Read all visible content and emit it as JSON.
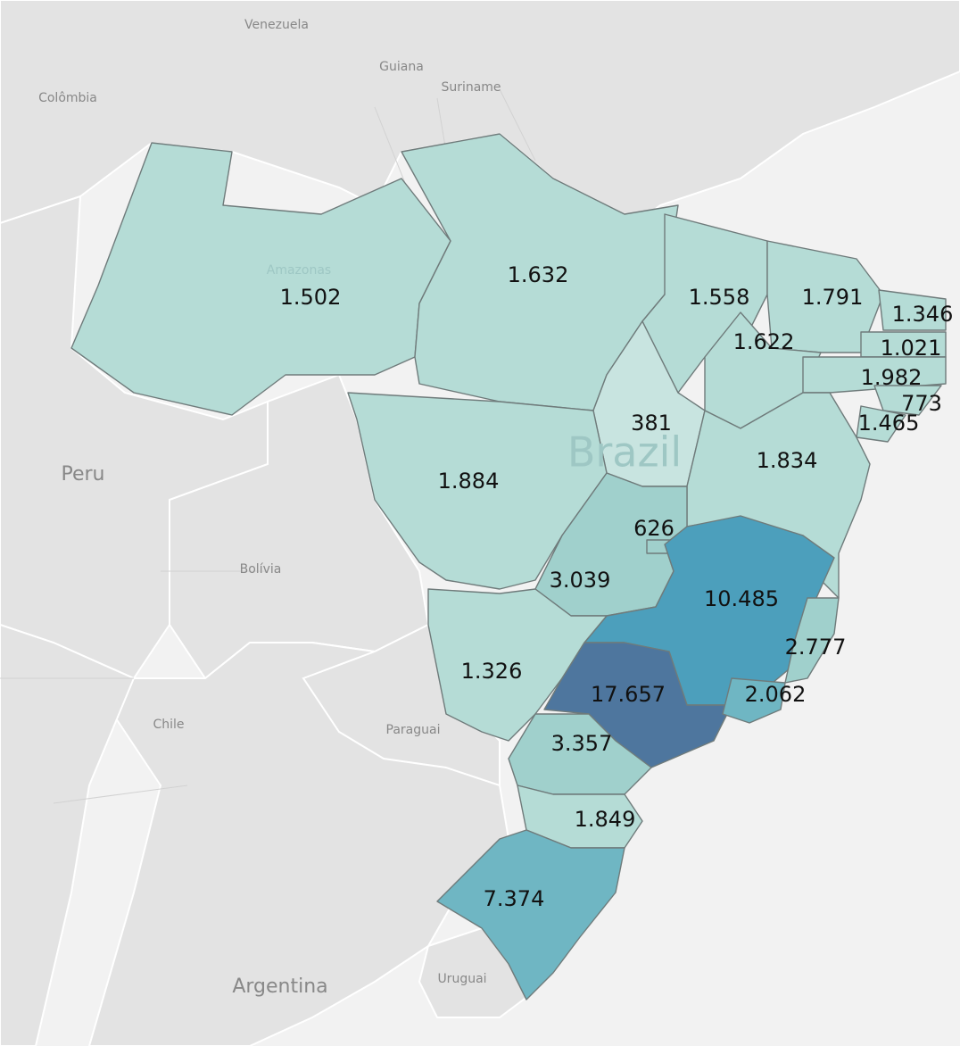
{
  "countries": {
    "venezuela": "Venezuela",
    "guiana": "Guiana",
    "suriname": "Suriname",
    "colombia": "Colômbia",
    "peru": "Peru",
    "bolivia": "Bolívia",
    "chile": "Chile",
    "paraguai": "Paraguai",
    "argentina": "Argentina",
    "uruguai": "Uruguai"
  },
  "ghost": {
    "amazonas": "Amazonas",
    "brazil": "Brazil"
  },
  "colors": {
    "very_light": "#c8e4e0",
    "light": "#b5dcd6",
    "mid_light": "#a0d0cc",
    "mid": "#6fb6c3",
    "strong": "#4c9fbc",
    "darkest": "#4e769e"
  },
  "states": {
    "AM": "1.502",
    "PA": "1.632",
    "MA": "1.558",
    "CE": "1.791",
    "RN": "1.346",
    "PB": "1.021",
    "PI": "1.622",
    "PE": "1.982",
    "AL": "773",
    "SE": "1.465",
    "TO": "381",
    "BA": "1.834",
    "MT": "1.884",
    "DF": "626",
    "GO": "3.039",
    "MG": "10.485",
    "ES": "2.777",
    "MS": "1.326",
    "SP": "17.657",
    "RJ": "2.062",
    "PR": "3.357",
    "SC": "1.849",
    "RS": "7.374"
  }
}
